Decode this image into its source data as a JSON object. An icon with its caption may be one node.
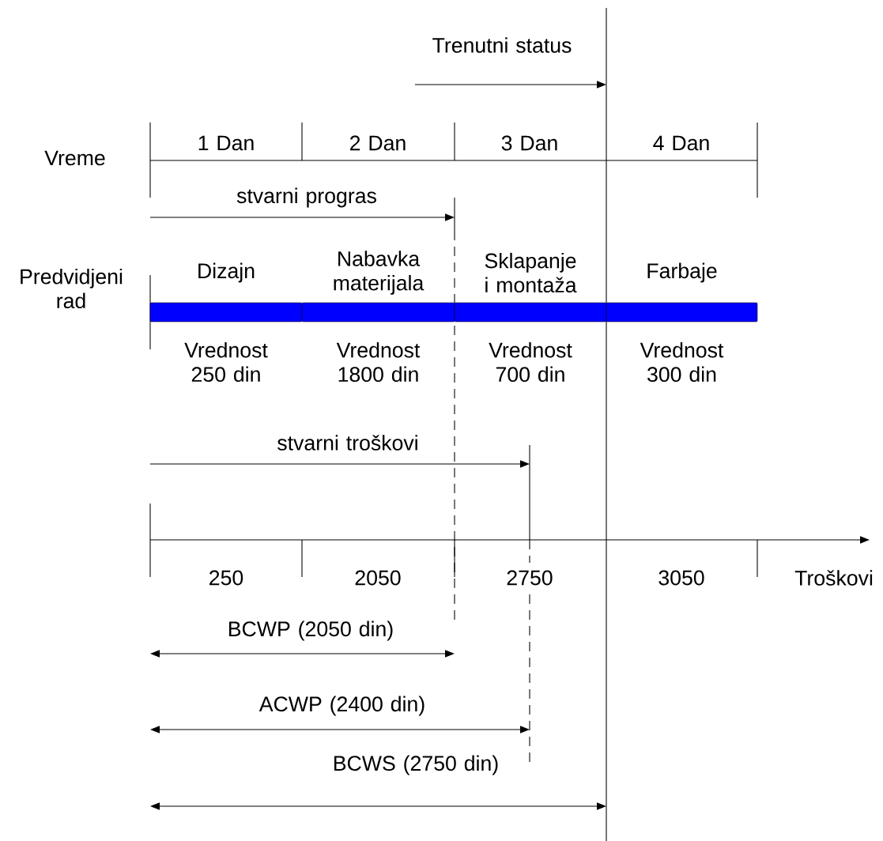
{
  "diagram": {
    "nodes": [
      {
        "text": [
          "Dizajn",
          "Vrednost 250 din"
        ]
      },
      {
        "text": [
          "Nabavka materijala",
          "Vrednost 1800 din"
        ]
      },
      {
        "text": [
          "Sklapanje i montaža",
          "Vrednost 700 din"
        ]
      },
      {
        "text": [
          "Farbaje",
          "Vrednost 300 din"
        ]
      }
    ],
    "labels": [
      "Trenutni status",
      "Vreme",
      "1 Dan",
      "2 Dan",
      "3 Dan",
      "4 Dan",
      "stvarni progras",
      "Predvidjeni rad",
      "stvarni troškovi",
      "250",
      "2050",
      "2750",
      "3050",
      "Troškovi",
      "BCWP (2050 din)",
      "ACWP (2400 din)",
      "BCWS (2750 din)"
    ]
  }
}
